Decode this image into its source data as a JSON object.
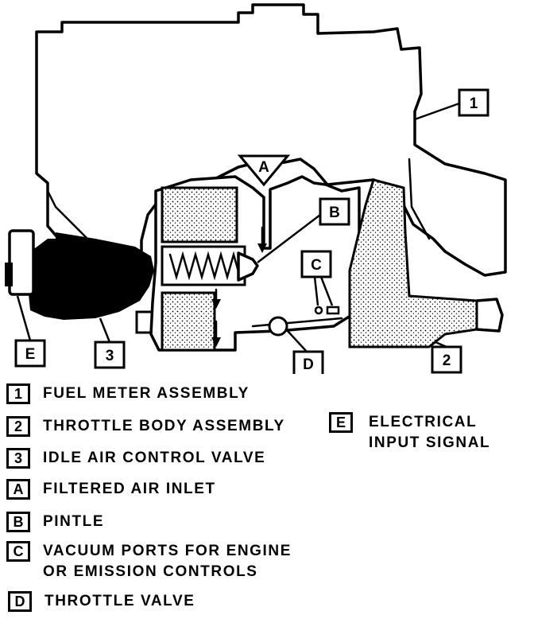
{
  "callouts": {
    "c1": "1",
    "c2": "2",
    "c3": "3",
    "cA": "A",
    "cB": "B",
    "cC": "C",
    "cD": "D",
    "cE": "E"
  },
  "legend": [
    {
      "key": "1",
      "text": "FUEL METER ASSEMBLY"
    },
    {
      "key": "2",
      "text": "THROTTLE BODY ASSEMBLY"
    },
    {
      "key": "3",
      "text": "IDLE AIR CONTROL VALVE"
    },
    {
      "key": "A",
      "text": "FILTERED AIR INLET"
    },
    {
      "key": "B",
      "text": "PINTLE"
    },
    {
      "key": "C",
      "line1": "VACUUM PORTS FOR ENGINE",
      "line2": "OR EMISSION CONTROLS"
    },
    {
      "key": "D",
      "text": "THROTTLE VALVE"
    },
    {
      "key": "E",
      "line1": "ELECTRICAL",
      "line2": "INPUT SIGNAL"
    }
  ]
}
